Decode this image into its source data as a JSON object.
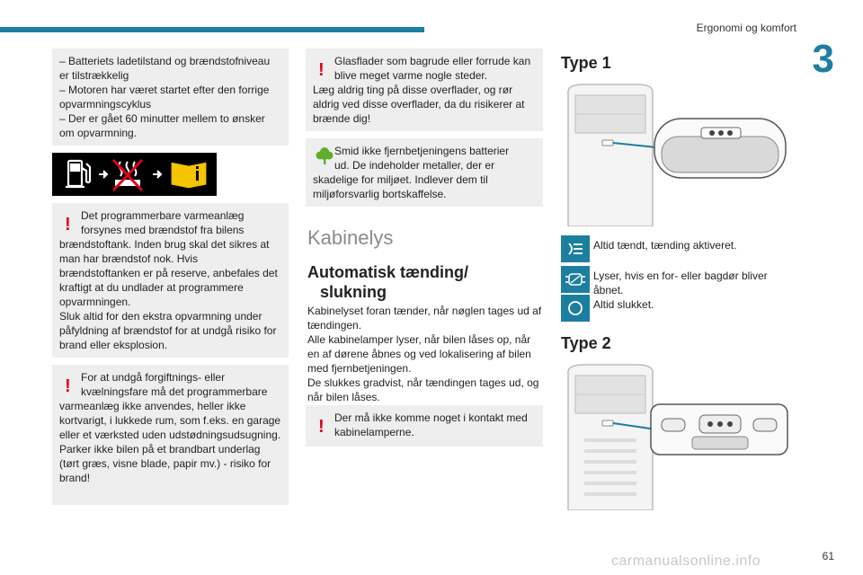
{
  "header": {
    "title": "Ergonomi og komfort",
    "chapter": "3"
  },
  "left_column": {
    "box1_text": "– Batteriets ladetilstand og brændstofniveau er tilstrækkelig\n– Motoren har været startet efter den forrige opvarmningscyklus\n– Der er gået 60 minutter mellem to ønsker om opvarmning.",
    "warning1_first": "Det programmerbare varmeanlæg\nforsynes med brændstof fra bilens",
    "warning1_rest": "brændstoftank. Inden brug skal det sikres at man har brændstof nok. Hvis brændstoftanken er på reserve, anbefales det kraftigt at du undlader at programmere opvarmningen.\nSluk altid for den ekstra opvarmning under påfyldning af brændstof for at undgå risiko for brand eller eksplosion.",
    "warning2_first": "For at undgå forgiftnings- eller\nkvælningsfare må det programmerbare",
    "warning2_rest": "varmeanlæg ikke anvendes, heller ikke kortvarigt, i lukkede rum, som f.eks. en garage eller et værksted uden udstødningsudsugning.\nParker ikke bilen på et brandbart underlag (tørt græs, visne blade, papir mv.) - risiko for brand!"
  },
  "middle_column": {
    "warning3_first": "Glasflader som bagrude eller forrude kan\nblive meget varme nogle steder.",
    "warning3_rest": "Læg aldrig ting på disse overflader, og rør aldrig ved disse overflader, da du risikerer at brænde dig!",
    "eco_first": "Smid ikke fjernbetjeningens batterier\nud. De indeholder metaller, der er",
    "eco_rest": "skadelige for miljøet. Indlever dem til miljøforsvarlig bortskaffelse.",
    "section_title": "Kabinelys",
    "subtitle_line1": "Automatisk tænding/",
    "subtitle_line2": "slukning",
    "body": "Kabinelyset foran tænder, når nøglen tages ud af tændingen.\nAlle kabinelamper lyser, når bilen låses op, når en af dørene åbnes og ved lokalisering af bilen med fjernbetjeningen.\nDe slukkes gradvist, når tændingen tages ud, og når bilen låses.",
    "warning4": "Der må ikke komme noget i kontakt med\nkabinelamperne."
  },
  "right_column": {
    "type1_title": "Type 1",
    "type2_title": "Type 2",
    "modes": [
      {
        "icon": "light-on-icon",
        "text": "Altid tændt, tænding aktiveret."
      },
      {
        "icon": "door-light-icon",
        "text": "Lyser, hvis en for- eller bagdør bliver\nåbnet."
      },
      {
        "icon": "light-off-icon",
        "text": "Altid slukket."
      }
    ]
  },
  "footer": {
    "page_number": "61",
    "watermark": "carmanualsonline.info"
  },
  "colors": {
    "accent": "#1d7fa0",
    "warning": "#e3001b",
    "eco": "#5fae2e",
    "box_bg": "#eeeeee"
  }
}
